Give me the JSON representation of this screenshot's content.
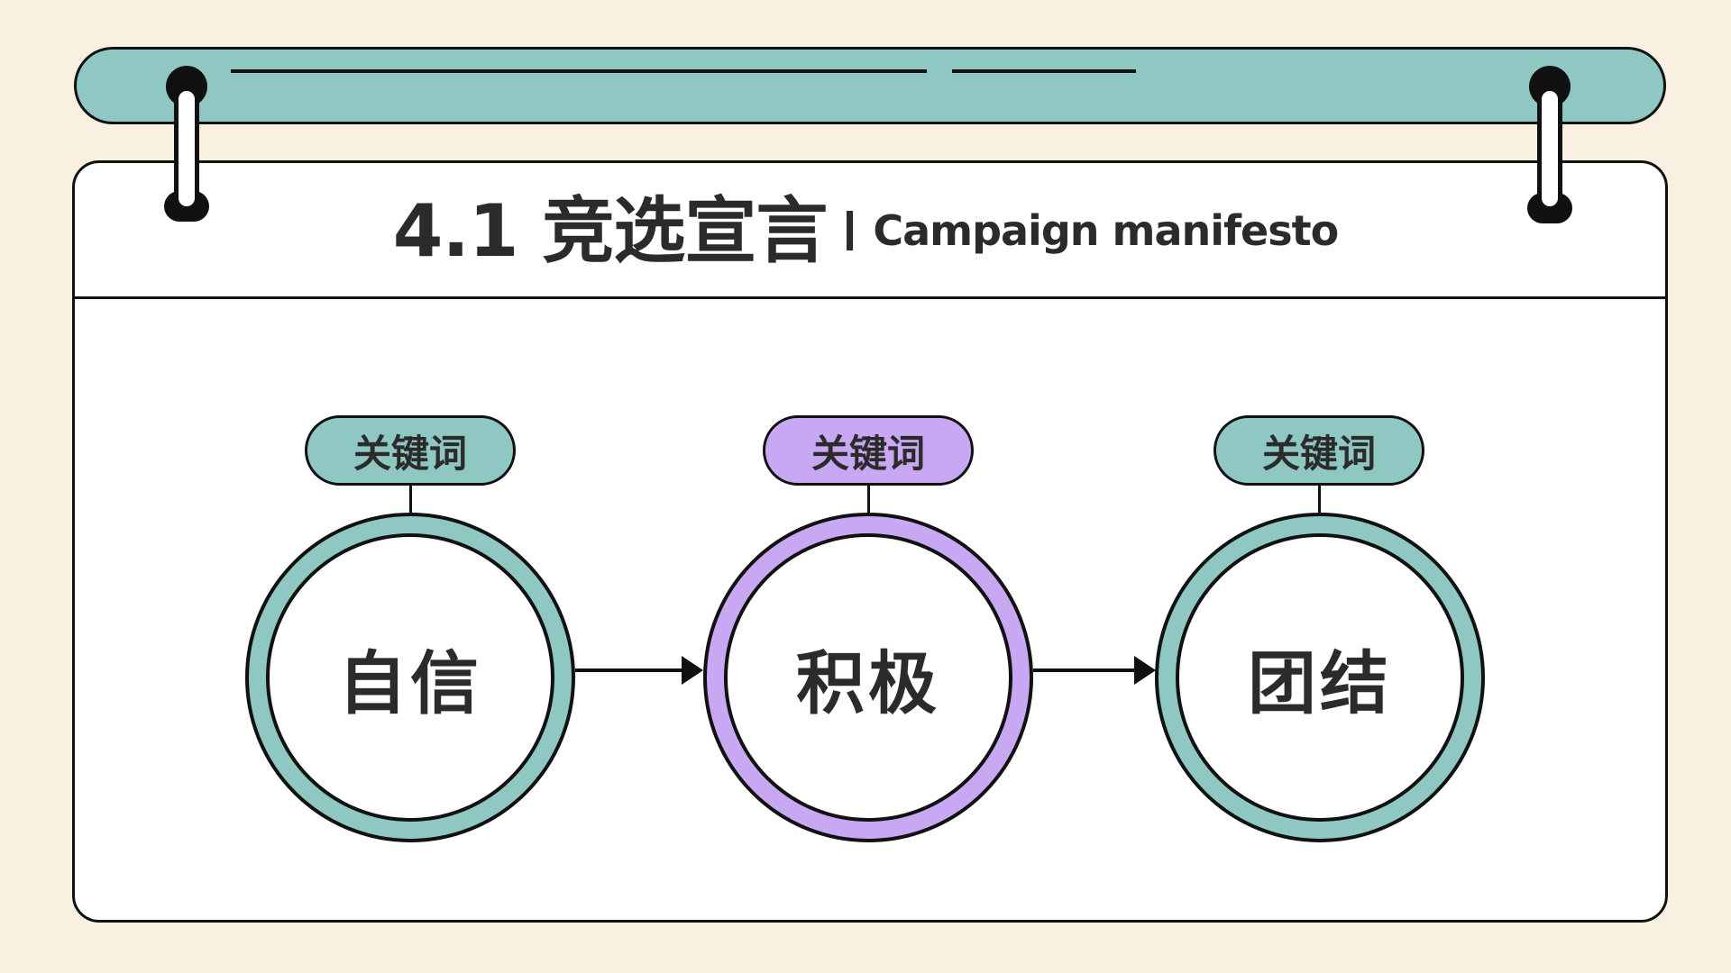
{
  "header": {
    "title": "4.1 竞选宣言",
    "subtitle": "Campaign manifesto"
  },
  "nodes": [
    {
      "keyword": "关键词",
      "label": "自信",
      "color": "#8fc7c2"
    },
    {
      "keyword": "关键词",
      "label": "积极",
      "color": "#c8a8f2"
    },
    {
      "keyword": "关键词",
      "label": "团结",
      "color": "#8fc7c2"
    }
  ],
  "colors": {
    "background": "#f9f0e1",
    "teal": "#8fc7c2",
    "purple": "#c8a8f2",
    "outline": "#111111",
    "text": "#2b2b2b"
  }
}
